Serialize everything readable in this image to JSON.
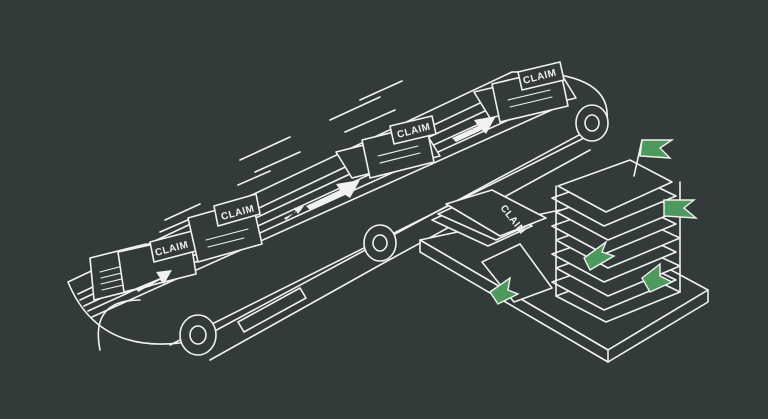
{
  "illustration": {
    "doc_label": "CLAIM",
    "colors": {
      "background": "#323a3a",
      "line": "#f2f2f0",
      "flag": "#4e9a5e"
    },
    "icons": [
      "claim-document-icon",
      "arrow-icon",
      "flag-icon",
      "conveyor-belt",
      "document-stack"
    ]
  }
}
